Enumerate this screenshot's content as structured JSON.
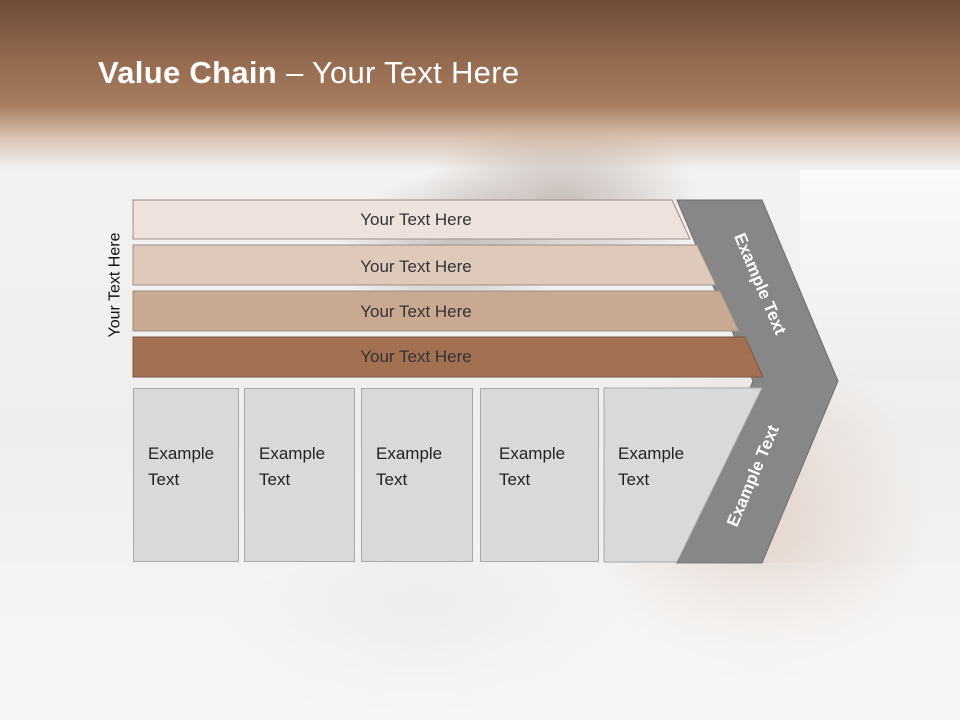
{
  "slide": {
    "title_bold": "Value Chain",
    "title_rest": " – Your Text Here",
    "vertical_label": "Your Text Here"
  },
  "bars": [
    {
      "label": "Your Text Here",
      "color": "#ede2dc"
    },
    {
      "label": "Your Text Here",
      "color": "#dec9bb"
    },
    {
      "label": "Your Text Here",
      "color": "#c9a992"
    },
    {
      "label": "Your Text Here",
      "color": "#a37152"
    }
  ],
  "boxes": [
    {
      "line1": "Example",
      "line2": "Text"
    },
    {
      "line1": "Example",
      "line2": "Text"
    },
    {
      "line1": "Example",
      "line2": "Text"
    },
    {
      "line1": "Example",
      "line2": "Text"
    },
    {
      "line1": "Example",
      "line2": "Text"
    }
  ],
  "chevron": {
    "upper_label": "Example Text",
    "lower_label": "Example Text",
    "color": "#878787"
  }
}
